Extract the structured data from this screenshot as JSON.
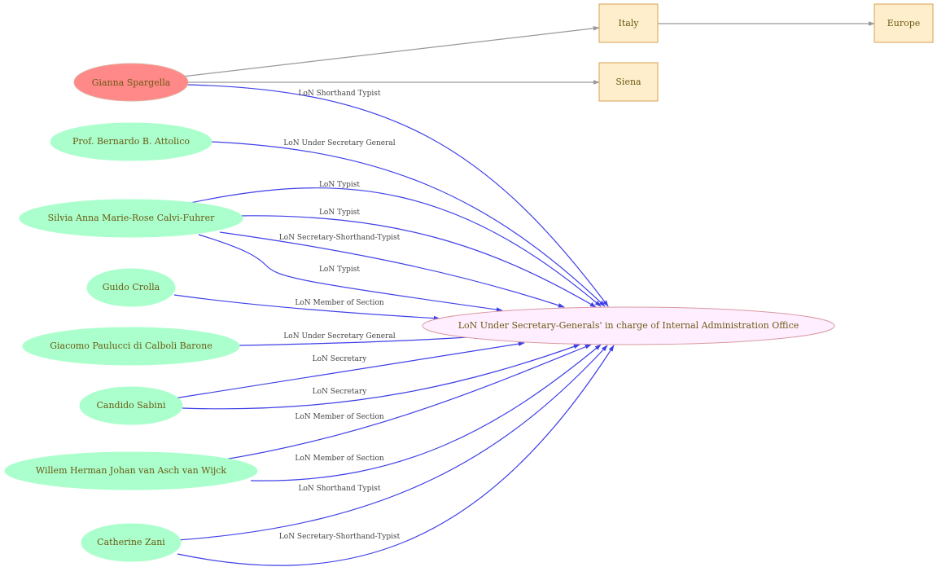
{
  "nodes": {
    "gianna": "Gianna Spargella",
    "attolico": "Prof. Bernardo B. Attolico",
    "calvi": "Silvia Anna Marie-Rose Calvi-Fuhrer",
    "crolla": "Guido Crolla",
    "paulucci": "Giacomo Paulucci di Calboli Barone",
    "sabini": "Candido Sabini",
    "vanasch": "Willem Herman Johan van Asch van Wijck",
    "zani": "Catherine Zani",
    "office": "LoN Under Secretary-Generals' in charge of Internal Administration Office",
    "italy": "Italy",
    "siena": "Siena",
    "europe": "Europe"
  },
  "edges": [
    {
      "from": "gianna",
      "to": "italy",
      "label": ""
    },
    {
      "from": "italy",
      "to": "europe",
      "label": ""
    },
    {
      "from": "gianna",
      "to": "siena",
      "label": ""
    },
    {
      "from": "gianna",
      "to": "office",
      "label": "LoN Shorthand Typist"
    },
    {
      "from": "attolico",
      "to": "office",
      "label": "LoN Under Secretary General"
    },
    {
      "from": "calvi",
      "to": "office",
      "label": "LoN Typist"
    },
    {
      "from": "calvi",
      "to": "office",
      "label": "LoN Typist"
    },
    {
      "from": "calvi",
      "to": "office",
      "label": "LoN Secretary-Shorthand-Typist"
    },
    {
      "from": "calvi",
      "to": "office",
      "label": "LoN Typist"
    },
    {
      "from": "crolla",
      "to": "office",
      "label": "LoN Member of Section"
    },
    {
      "from": "paulucci",
      "to": "office",
      "label": "LoN Under Secretary General"
    },
    {
      "from": "sabini",
      "to": "office",
      "label": "LoN Secretary"
    },
    {
      "from": "sabini",
      "to": "office",
      "label": "LoN Secretary"
    },
    {
      "from": "vanasch",
      "to": "office",
      "label": "LoN Member of Section"
    },
    {
      "from": "vanasch",
      "to": "office",
      "label": "LoN Member of Section"
    },
    {
      "from": "zani",
      "to": "office",
      "label": "LoN Shorthand Typist"
    },
    {
      "from": "zani",
      "to": "office",
      "label": "LoN Secretary-Shorthand-Typist"
    }
  ],
  "colors": {
    "person_fill": "#aaffcc",
    "focus_person_fill": "#ff8888",
    "office_fill": "#ffeeff",
    "office_stroke": "#d89aa0",
    "place_fill": "#ffeecc",
    "place_stroke": "#d8a050",
    "edge_blue": "#3f3fe8",
    "edge_gray": "#999999"
  }
}
